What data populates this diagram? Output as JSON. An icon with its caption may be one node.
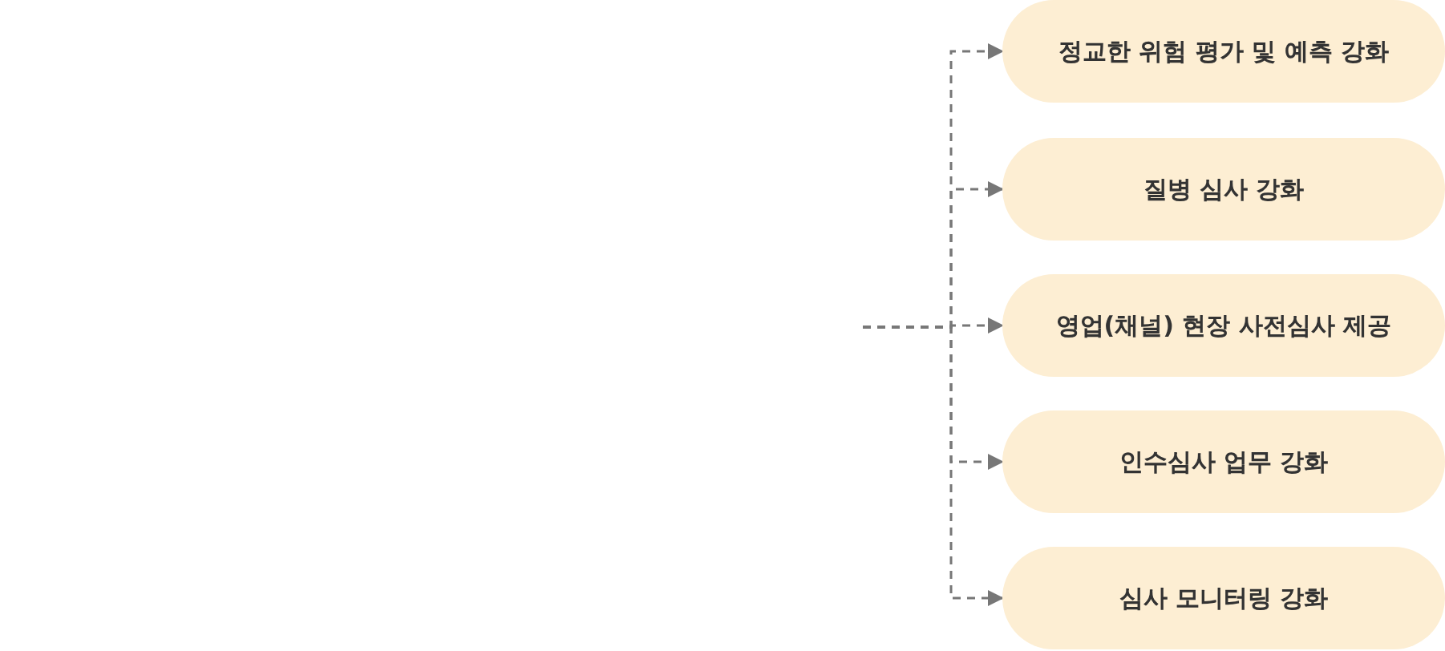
{
  "diagram": {
    "nodes": [
      {
        "text": [
          "정교한 위험 평가 및 예측 강화"
        ]
      },
      {
        "text": [
          "질병 심사 강화"
        ]
      },
      {
        "text": [
          "영업(채널) 현장 사전심사 제공"
        ]
      },
      {
        "text": [
          "인수심사 업무 강화"
        ]
      },
      {
        "text": [
          "심사 모니터링 강화"
        ]
      }
    ],
    "edges": [
      {
        "from": null,
        "to": 0,
        "arrow": "to",
        "style": "dashed"
      },
      {
        "from": null,
        "to": 1,
        "arrow": "to",
        "style": "dashed"
      },
      {
        "from": null,
        "to": 2,
        "arrow": "to",
        "style": "dashed"
      },
      {
        "from": null,
        "to": 3,
        "arrow": "to",
        "style": "dashed"
      },
      {
        "from": null,
        "to": 4,
        "arrow": "to",
        "style": "dashed"
      }
    ]
  }
}
